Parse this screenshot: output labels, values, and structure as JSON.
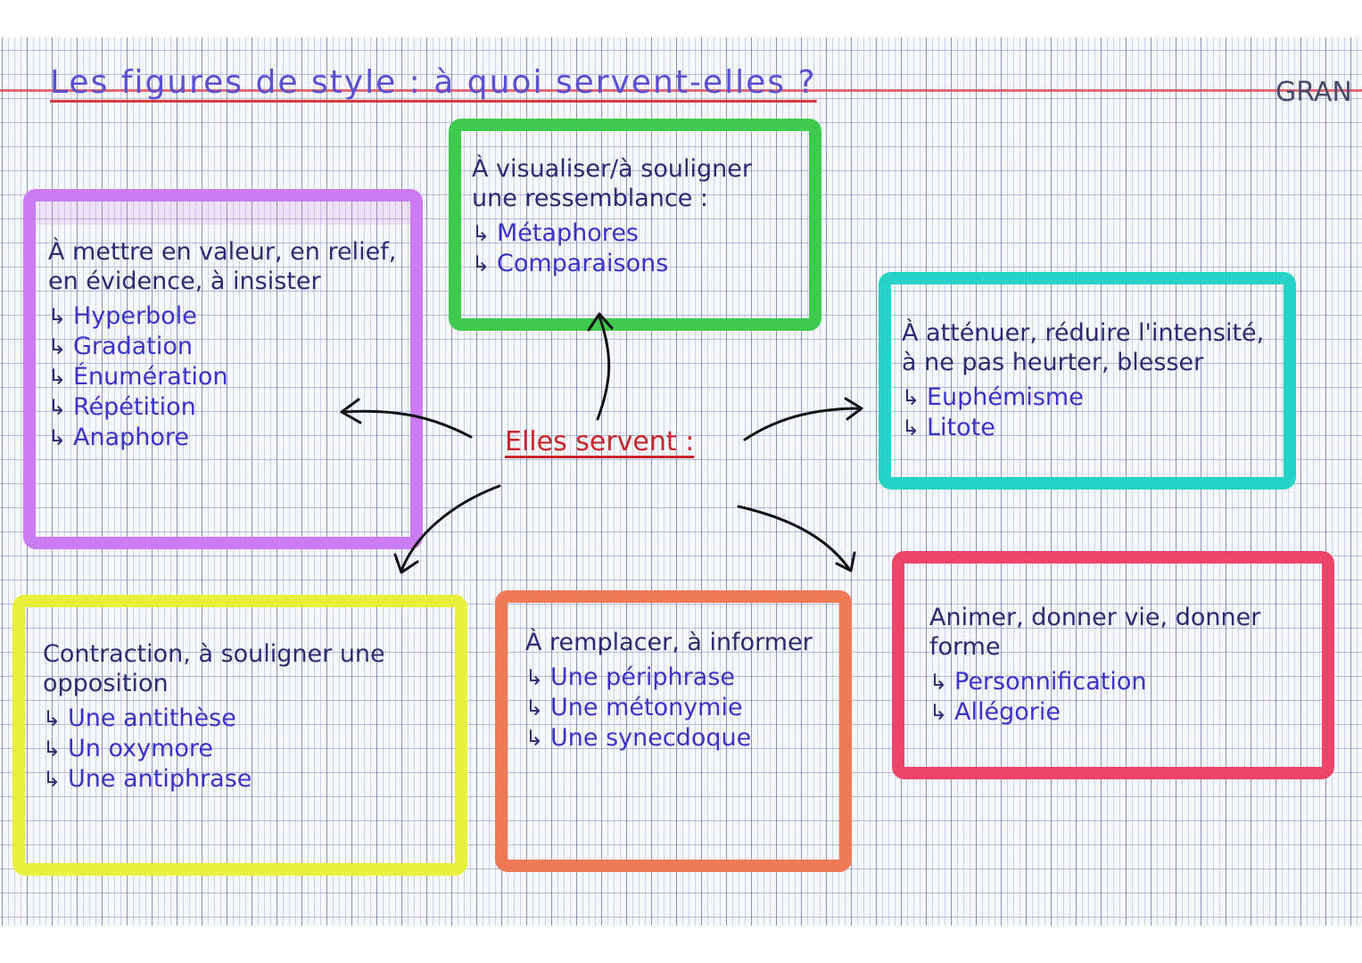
{
  "title": "Les figures de style : à quoi servent-elles ?",
  "corner_text": "GRAN",
  "center_label": "Elles servent :",
  "colors": {
    "purple": "#cb7cf0",
    "green": "#3ecb4d",
    "cyan": "#26d3c6",
    "yellow": "#e8f23c",
    "orange": "#f07a55",
    "red": "#ee4467",
    "center_text": "#c8252a",
    "ink": "#3b33c8"
  },
  "boxes": {
    "purple": {
      "heading": "À mettre en valeur, en relief, en évidence, à insister",
      "items": [
        "Hyperbole",
        "Gradation",
        "Énumération",
        "Répétition",
        "Anaphore"
      ]
    },
    "green": {
      "heading": "À visualiser/à souligner une ressemblance :",
      "items": [
        "Métaphores",
        "Comparaisons"
      ]
    },
    "cyan": {
      "heading": "À atténuer, réduire l'intensité, à ne pas heurter, blesser",
      "items": [
        "Euphémisme",
        "Litote"
      ]
    },
    "yellow": {
      "heading": "Contraction, à souligner une opposition",
      "items": [
        "Une antithèse",
        "Un oxymore",
        "Une antiphrase"
      ]
    },
    "orange": {
      "heading": "À remplacer, à informer",
      "items": [
        "Une périphrase",
        "Une métonymie",
        "Une synecdoque"
      ]
    },
    "red": {
      "heading": "Animer, donner vie, donner forme",
      "items": [
        "Personnification",
        "Allégorie"
      ]
    }
  },
  "item_marker": "↳"
}
